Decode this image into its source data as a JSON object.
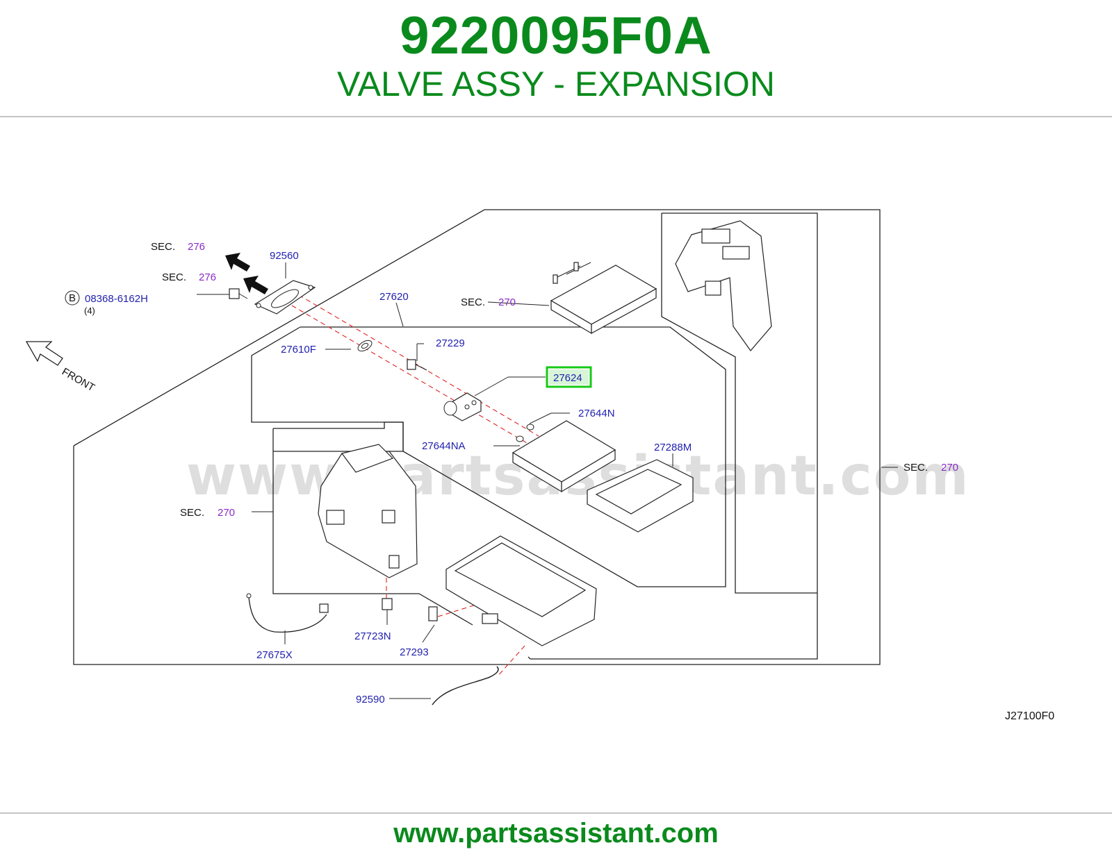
{
  "header": {
    "part_number": "9220095F0A",
    "description": "VALVE ASSY - EXPANSION"
  },
  "diagram": {
    "code": "J27100F0",
    "watermark": "www.partsassistant.com",
    "front_label": "FRONT",
    "highlighted_part": "27624",
    "highlight_color": "#17c917",
    "sec_prefix": "SEC.",
    "sec_refs": {
      "sec_276_a": "276",
      "sec_276_b": "276",
      "sec_270_heater": "270",
      "sec_270_right": "270",
      "sec_270_unit": "270"
    },
    "bolt": {
      "badge": "B",
      "number": "08368-6162H",
      "qty": "(4)"
    },
    "parts": {
      "p92560": "92560",
      "p27620": "27620",
      "p27610F": "27610F",
      "p27229": "27229",
      "p27624": "27624",
      "p27644N": "27644N",
      "p27644NA": "27644NA",
      "p27288M": "27288M",
      "p27723N": "27723N",
      "p27293": "27293",
      "p27675X": "27675X",
      "p92590": "92590"
    }
  },
  "footer": {
    "url": "www.partsassistant.com"
  }
}
